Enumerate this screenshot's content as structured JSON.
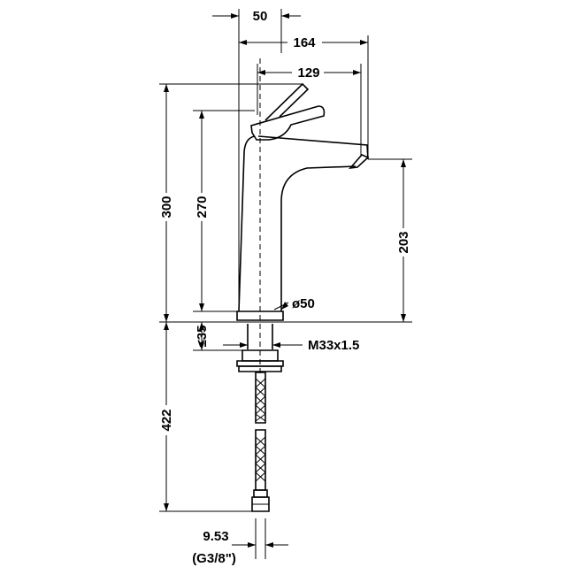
{
  "dimensions": {
    "top_width": "50",
    "overall_length": "164",
    "spout_reach": "129",
    "total_height": "300",
    "body_height": "270",
    "spout_height": "203",
    "base_diameter": "ø50",
    "thread": "M33x1.5",
    "max_deck": "≤35",
    "hose_length": "422",
    "hose_diameter": "9.53",
    "hose_thread": "(G3/8\")"
  },
  "icons": [
    "faucet-drawing",
    "flex-hose-drawing"
  ]
}
